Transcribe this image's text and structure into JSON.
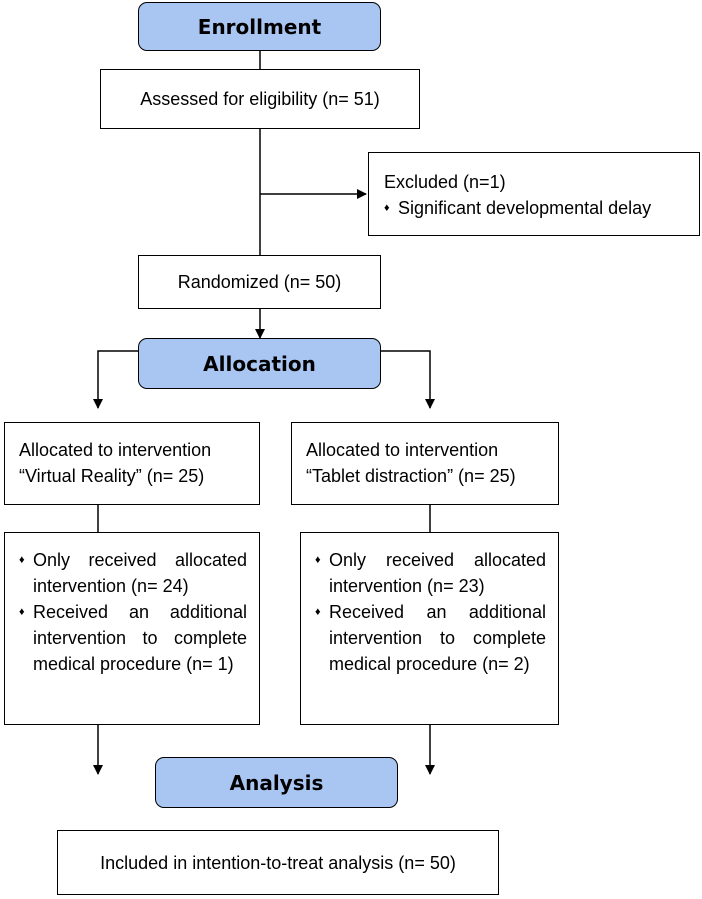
{
  "headers": {
    "enrollment": "Enrollment",
    "allocation": "Allocation",
    "analysis": "Analysis"
  },
  "assessed": "Assessed for eligibility (n= 51)",
  "excluded": {
    "title": "Excluded (n=1)",
    "reason": "Significant developmental delay"
  },
  "randomized": "Randomized (n= 50)",
  "arms": [
    {
      "allocated_line1": "Allocated to intervention",
      "allocated_line2": "“Virtual Reality” (n= 25)",
      "received_only": "Only received allocated intervention (n= 24)",
      "received_additional": "Received an additional intervention to complete medical procedure (n= 1)"
    },
    {
      "allocated_line1": "Allocated to intervention",
      "allocated_line2": "“Tablet distraction” (n= 25)",
      "received_only": "Only received allocated intervention (n= 23)",
      "received_additional": "Received an additional intervention to complete medical procedure (n= 2)"
    }
  ],
  "analysis_box": "Included in intention-to-treat analysis (n= 50)",
  "colors": {
    "header_fill": "#a9c5f2",
    "line": "#000000"
  },
  "bullet_symbol": "♦"
}
